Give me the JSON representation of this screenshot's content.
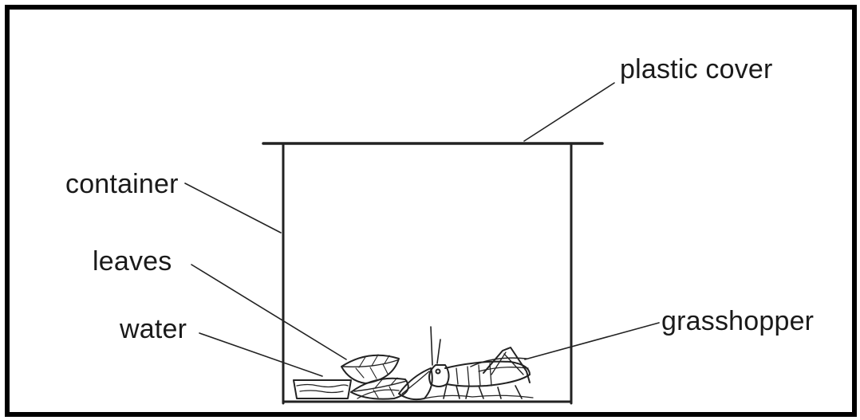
{
  "labels": {
    "plastic_cover": "plastic cover",
    "container": "container",
    "leaves": "leaves",
    "water": "water",
    "grasshopper": "grasshopper"
  },
  "colors": {
    "ink": "#1a1a1a",
    "border": "#000000",
    "background": "#ffffff"
  }
}
